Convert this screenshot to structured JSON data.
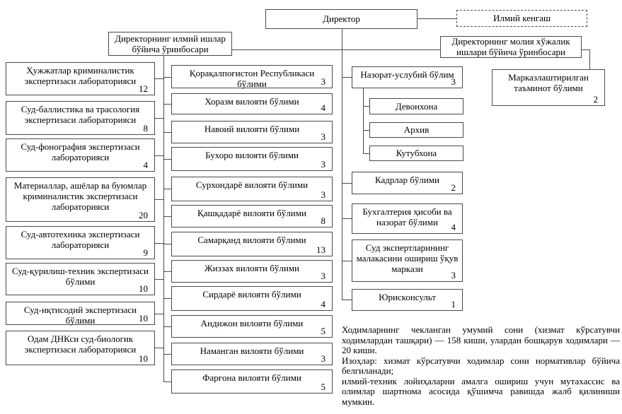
{
  "director": {
    "label": "Директор"
  },
  "scientific_council": {
    "label": "Илмий кенгаш"
  },
  "deputy_science": {
    "label": "Директорнинг илмий ишлар бўйича ўринбосари"
  },
  "deputy_finance": {
    "label": "Директорнинг молия хўжалик ишлари бўйича ўринбосари"
  },
  "laboratories": [
    {
      "label": "Ҳужжатлар криминалистик экспертизаси лабораторияси",
      "count": "12"
    },
    {
      "label": "Суд-баллистика ва трасология экспертизаси лабораторияси",
      "count": "8"
    },
    {
      "label": "Суд-фонография экспертизаси лабораторияси",
      "count": "4"
    },
    {
      "label": "Материаллар, ашёлар ва буюмлар криминалистик экспертизаси лабораторияси",
      "count": "20"
    },
    {
      "label": "Суд-автотехника экспертизаси лабораторияси",
      "count": "9"
    },
    {
      "label": "Суд-қурилиш-техник экспертизаси бўлими",
      "count": "10"
    },
    {
      "label": "Суд-иқтисодий экспертизаси бўлими",
      "count": "10"
    },
    {
      "label": "Одам ДНКси суд-биологик экспертизаси лабораторияси",
      "count": "10"
    }
  ],
  "regions": [
    {
      "label": "Қорақалпоғистон Республикаси бўлими",
      "count": "3"
    },
    {
      "label": "Хоразм вилояти бўлими",
      "count": "4"
    },
    {
      "label": "Навоий вилояти бўлими",
      "count": "3"
    },
    {
      "label": "Бухоро вилояти бўлими",
      "count": "3"
    },
    {
      "label": "Сурхондарё вилояти бўлими",
      "count": "3"
    },
    {
      "label": "Қашқадарё вилояти бўлими",
      "count": "8"
    },
    {
      "label": "Самарқанд вилояти бўлими",
      "count": "13"
    },
    {
      "label": "Жиззах вилояти бўлими",
      "count": "3"
    },
    {
      "label": "Сирдарё вилояти бўлими",
      "count": "4"
    },
    {
      "label": "Андижон вилояти бўлими",
      "count": "5"
    },
    {
      "label": "Наманган вилояти бўлими",
      "count": "3"
    },
    {
      "label": "Фарғона вилояти бўлими",
      "count": "5"
    }
  ],
  "admin": {
    "nazorat": {
      "label": "Назорат-услубий бўлим",
      "count": "3"
    },
    "sub_units": [
      "Девонхона",
      "Архив",
      "Кутубхона"
    ],
    "units": [
      {
        "label": "Кадрлар бўлими",
        "count": "2"
      },
      {
        "label": "Бухгалтерия ҳисоби ва назорат бўлими",
        "count": "4"
      },
      {
        "label": "Суд экспертларининг малакасини ошириш ўқув маркази",
        "count": "3"
      },
      {
        "label": "Юрисконсульт",
        "count": "1"
      }
    ],
    "supply": {
      "label": "Марказлаштирилган таъминот бўлими",
      "count": "2"
    }
  },
  "footnote": {
    "p1": "Ходимларнинг чекланган умумий сони (хизмат кўрсатувчи ходимлардан ташқари) — 158 киши, улардан бошқарув ходимлари — 20 киши.",
    "p2": "Изоҳлар: хизмат кўрсатувчи ходимлар сони нормативлар бўйича белгиланади;",
    "p3": "илмий-техник лойиҳаларни амалга ошириш учун мутахассис ва олимлар шартнома асосида қўшимча равишда жалб қилиниши мумкин."
  }
}
